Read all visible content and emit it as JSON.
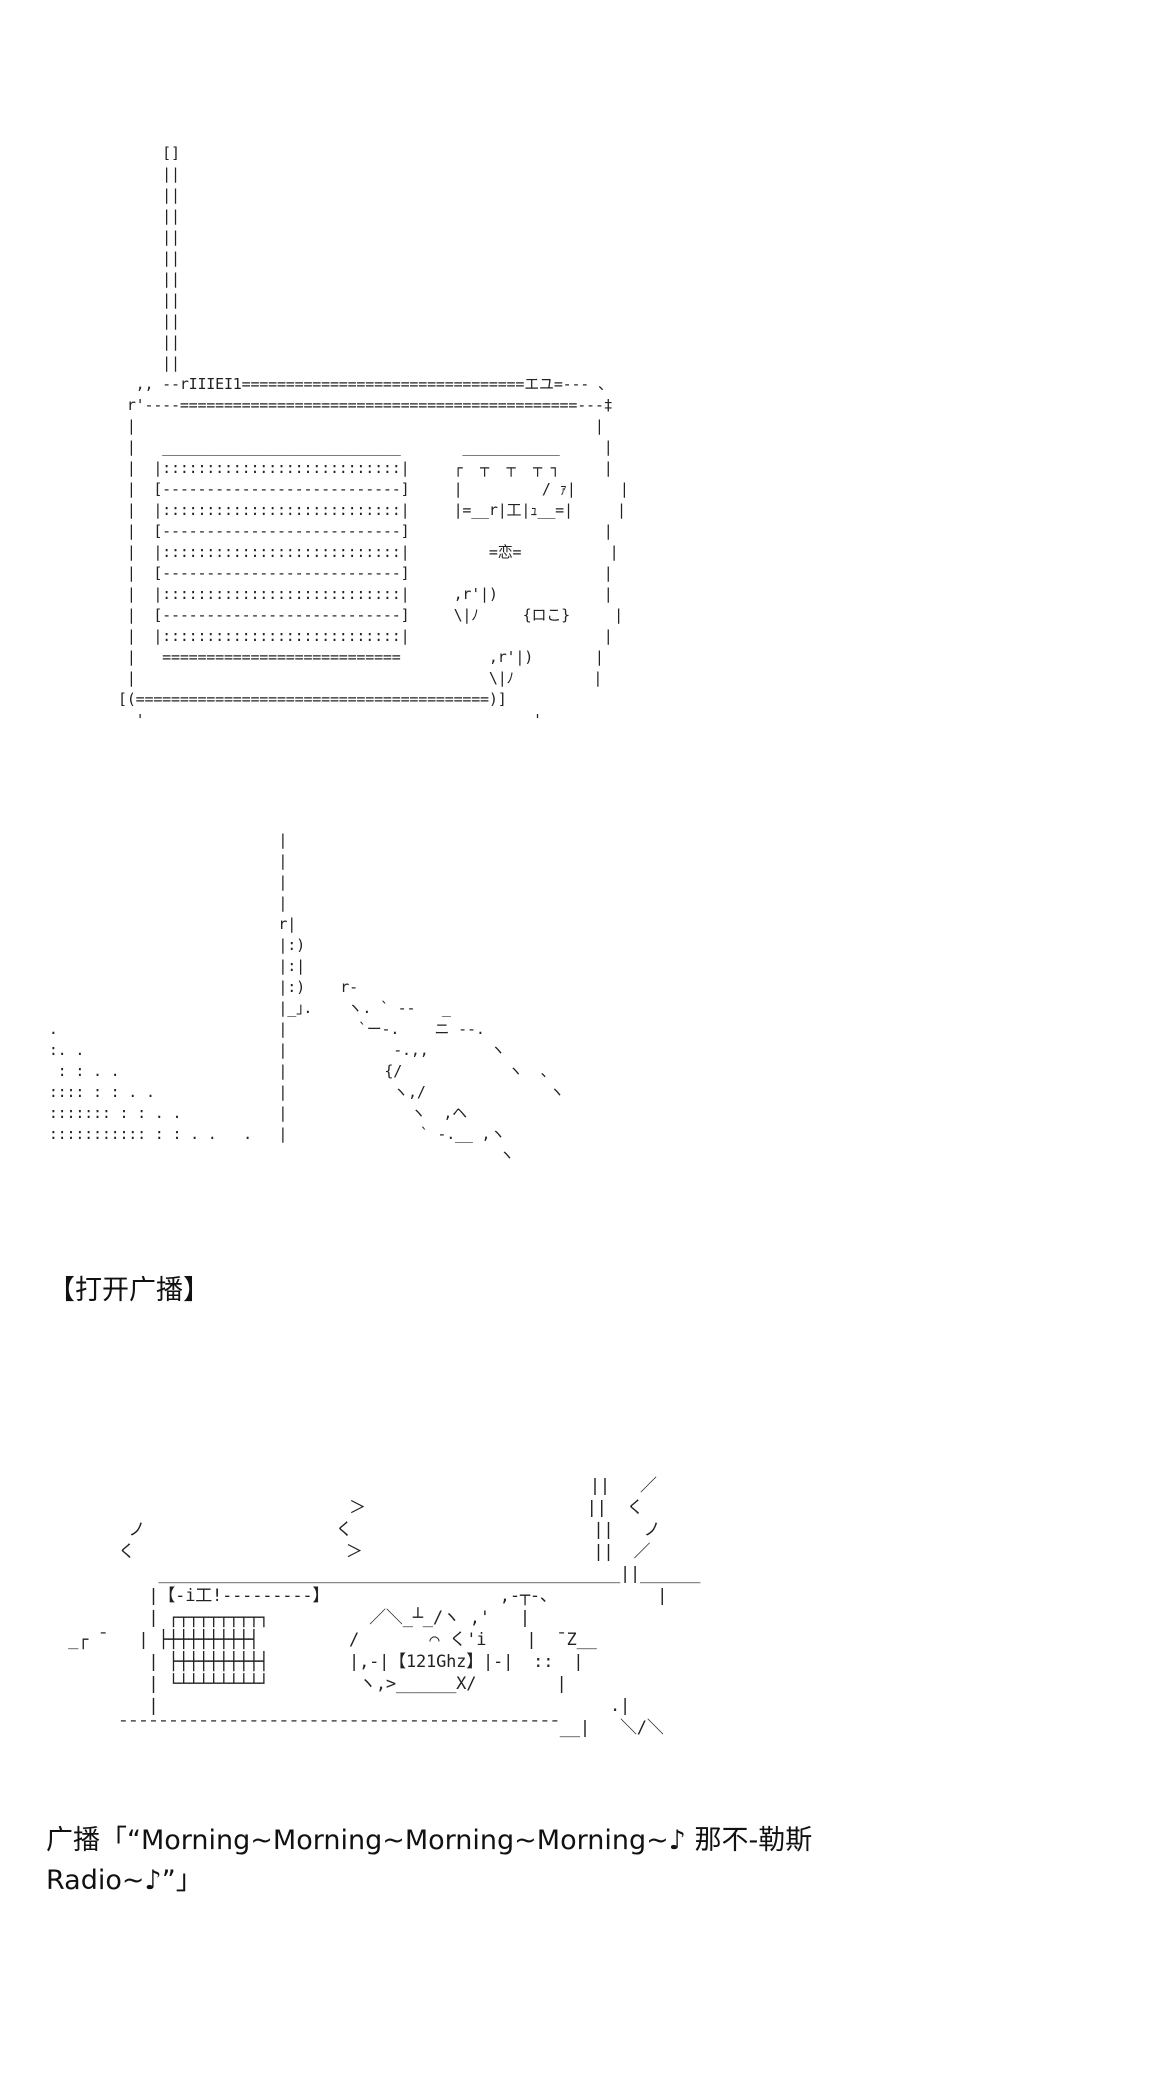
{
  "art": {
    "radio_top": "     []\n     ||\n     ||\n     ||\n     ||\n     ||\n     ||\n     ||\n     ||\n     ||\n     ||\n  ,, --rIIIEI1================================エユ=--- 、\n r'----=============================================---‡\n |                                                    |\n |   ___________________________       ___________     |\n |  |:::::::::::::::::::::::::::|     ┌  ┬  ┬  ┬ ┐     |\n |  [---------------------------]     |         / ｧ|     |\n |  |:::::::::::::::::::::::::::|     |=__r|工|ｭ__=|     |\n |  [---------------------------]                      |\n |  |:::::::::::::::::::::::::::|         =恋=          |\n |  [---------------------------]                      |\n |  |:::::::::::::::::::::::::::|     ,r'|)            |\n |  [---------------------------]     \\|ﾉ     {ロこ}     |\n |  |:::::::::::::::::::::::::::|                      |\n |   ===========================          ,r'|)       |\n |                                        \\|ﾉ         |\n[(========================================)]\n  '                                            '",
    "hand": "                           |\n                           |\n                           |\n                           |\n                           r|\n                           |:)\n                           |:|\n                           |:)    r-\n                           |_｣.    ヽ. ` --   _\n .                         |        `ー-.    ニ --.\n :. .                      |            -.,,       ヽ\n  : : . .                  |           {/            ヽ  、\n :::: : : . .              |            ヽ,/              ヽ\n ::::::: : : . .           |              ヽ  ,ヘ\n ::::::::::: : : . .   .   |               ` -.__ ,ヽ\n                                                    ヽ",
    "radio_bottom": "                                                      ||   ／\n                              ＞                      ||  く\n        ノ                   く                        ||   ノ\n       く                     ＞                       ||  ／\n           ______________________________________________||______\n          |【-i工!---------】                 ,-┬-、          |\n          | ┌┬┬┬┬┬┬┬┬┐          ／＼_┴_/ヽ ,'   |\n  _┌ ¯   | ├┼┼┼┼┼┼┼┼┤         /       ⌒ く'i    |  ¯Z__\n          | ├┼┼┼┼┼┼┼┼┤        |,-|【121Ghz】|-|  ::  |\n          | └┴┴┴┴┴┴┴┴┘         ヽ,>______X/        |\n          |                                             .|\n       ¯¯¯¯¯¯¯¯¯¯¯¯¯¯¯¯¯¯¯¯¯¯¯¯¯¯¯¯¯¯¯¯¯¯¯¯¯¯¯¯¯¯¯¯__|   ＼/＼"
  },
  "captions": {
    "open_radio": "【打开广播】",
    "dialogue_line_1": "广播「“Morning~Morning~Morning~Morning~♪ 那不-勒斯",
    "dialogue_line_2": "Radio~♪”」"
  }
}
